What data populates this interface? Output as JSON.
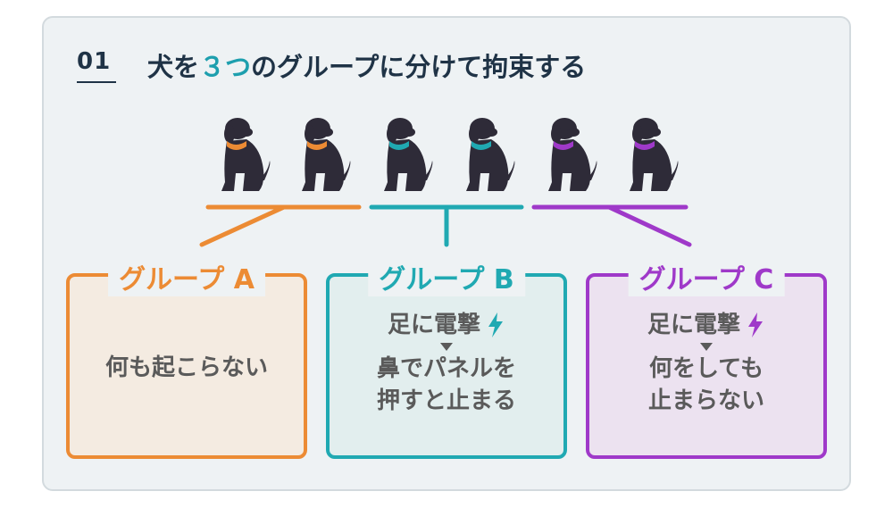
{
  "title": {
    "number": "01",
    "prefix": "犬を",
    "highlight": "３つ",
    "suffix": "のグループに分けて拘束する"
  },
  "colors": {
    "group_a": "#ec8b34",
    "group_b": "#20a9b2",
    "group_c": "#9f39c9",
    "dog": "#2e2b38",
    "text": "#5a5a5a"
  },
  "groups": [
    {
      "label": "グループ A",
      "result": "何も起こらない"
    },
    {
      "label": "グループ B",
      "stimulus": "足に電撃",
      "result_line1": "鼻でパネルを",
      "result_line2": "押すと止まる"
    },
    {
      "label": "グループ C",
      "stimulus": "足に電撃",
      "result_line1": "何をしても",
      "result_line2": "止まらない"
    }
  ],
  "icons": {
    "dog": "dog-icon",
    "bolt": "lightning-bolt-icon",
    "arrow": "down-arrow-icon"
  }
}
